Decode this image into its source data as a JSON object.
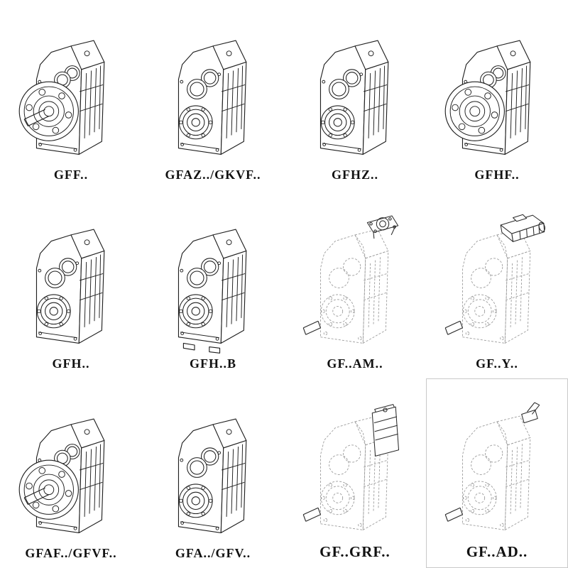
{
  "colors": {
    "ink": "#1f1f1f",
    "faint": "#9a9a9a",
    "background": "#ffffff"
  },
  "grid": {
    "items": [
      {
        "label": "GFF..",
        "variant": "flange-with-shaft"
      },
      {
        "label": "GFAZ../GKVF..",
        "variant": "face-bores"
      },
      {
        "label": "GFHZ..",
        "variant": "face-bores"
      },
      {
        "label": "GFHF..",
        "variant": "flange-hollow"
      },
      {
        "label": "GFH..",
        "variant": "face-bores"
      },
      {
        "label": "GFH..B",
        "variant": "face-bores-foot"
      },
      {
        "label": "GF..AM..",
        "variant": "dashed-with-adapter-flange"
      },
      {
        "label": "GF..Y..",
        "variant": "dashed-with-motor"
      },
      {
        "label": "GFAF../GFVF..",
        "variant": "flange-with-shaft"
      },
      {
        "label": "GFA../GFV..",
        "variant": "face-bores"
      },
      {
        "label": "GF..GRF..",
        "variant": "dashed-with-drive-unit"
      },
      {
        "label": "GF..AD..",
        "variant": "dashed-with-input-shaft"
      }
    ]
  }
}
